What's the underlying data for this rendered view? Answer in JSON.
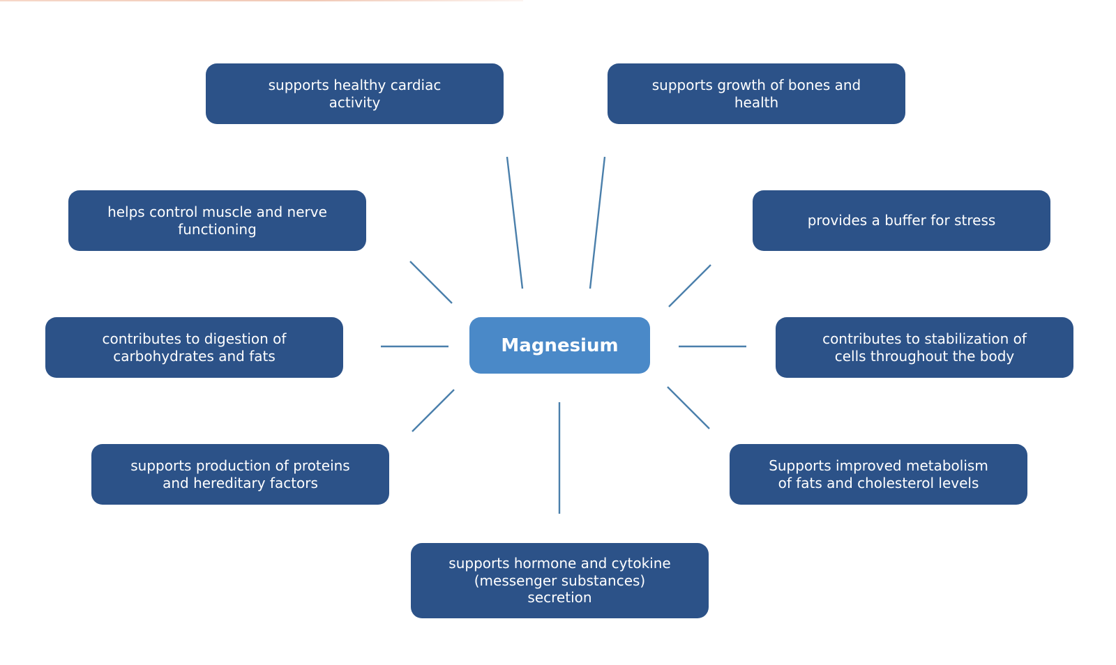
{
  "diagram": {
    "center": {
      "label": "Magnesium"
    },
    "benefits": [
      {
        "id": "cardiac",
        "label": "supports healthy cardiac\nactivity"
      },
      {
        "id": "bones",
        "label": "supports growth of bones and\nhealth"
      },
      {
        "id": "muscle-nerve",
        "label": "helps control muscle and nerve\nfunctioning"
      },
      {
        "id": "stress",
        "label": "provides a buffer for stress"
      },
      {
        "id": "digestion",
        "label": "contributes to digestion of\ncarbohydrates and fats"
      },
      {
        "id": "cell-stabilization",
        "label": "contributes to stabilization of\ncells throughout the body"
      },
      {
        "id": "proteins",
        "label": "supports production of proteins\nand hereditary factors"
      },
      {
        "id": "metabolism",
        "label": "Supports improved metabolism\nof fats and cholesterol levels"
      },
      {
        "id": "hormone",
        "label": "supports hormone and cytokine\n(messenger substances)\nsecretion"
      }
    ]
  },
  "colors": {
    "node_fill": "#2c5288",
    "hub_fill": "#4a89c8",
    "connector": "#4a7fab",
    "text": "#ffffff"
  }
}
